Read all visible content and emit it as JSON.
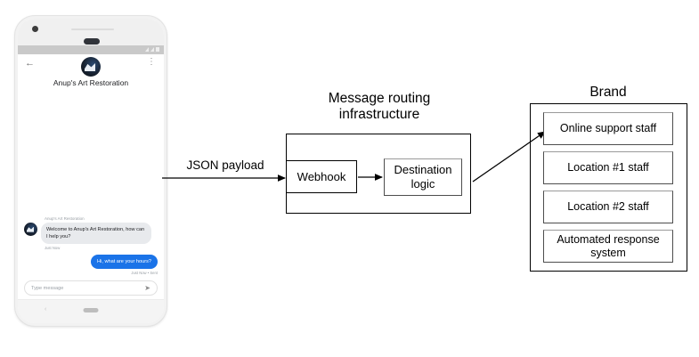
{
  "phone": {
    "app_bar": {
      "back_icon": "back-arrow-icon",
      "menu_icon": "overflow-menu-icon",
      "avatar_icon": "brand-avatar-icon",
      "title": "Anup's Art Restoration"
    },
    "status_bar": {
      "signal_icon": "signal-icon",
      "battery_icon": "battery-icon"
    },
    "chat": {
      "incoming": {
        "sender": "Anup's Art Restoration",
        "text": "Welcome to Anup's Art Restoration, how can I help you?",
        "timestamp": "Just Now",
        "avatar_icon": "message-avatar-icon"
      },
      "outgoing": {
        "text": "Hi, what are your hours?",
        "timestamp": "Just Now • Sent",
        "bubble_color": "#1a73e8"
      }
    },
    "composer": {
      "placeholder": "Type message",
      "send_icon": "send-icon"
    },
    "nav_bar": {
      "back_icon": "nav-back-icon",
      "home_icon": "nav-home-pill-icon"
    }
  },
  "diagram": {
    "flow_label": "JSON payload",
    "routing": {
      "title": "Message routing infrastructure",
      "nodes": [
        {
          "label": "Webhook"
        },
        {
          "label": "Destination logic"
        }
      ]
    },
    "brand": {
      "title": "Brand",
      "recipients": [
        {
          "label": "Online support staff"
        },
        {
          "label": "Location #1 staff"
        },
        {
          "label": "Location #2 staff"
        },
        {
          "label": "Automated response system"
        }
      ]
    }
  }
}
